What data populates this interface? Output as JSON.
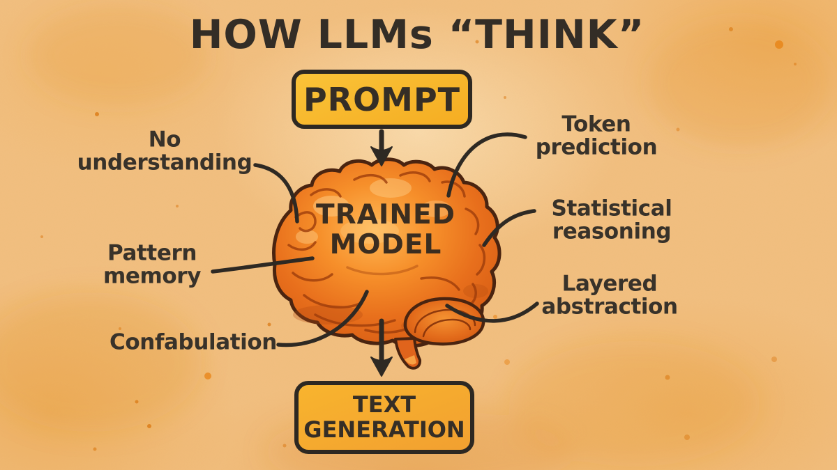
{
  "title": "HOW LLMs “THINK”",
  "flow": {
    "prompt": "PROMPT",
    "model": "TRAINED MODEL",
    "output": "TEXT GENERATION"
  },
  "annotations": [
    {
      "id": "no-understanding",
      "label": "No understanding",
      "side": "left"
    },
    {
      "id": "pattern-memory",
      "label": "Pattern memory",
      "side": "left"
    },
    {
      "id": "confabulation",
      "label": "Confabulation",
      "side": "left"
    },
    {
      "id": "token-prediction",
      "label": "Token prediction",
      "side": "right"
    },
    {
      "id": "statistical-reasoning",
      "label": "Statistical reasoning",
      "side": "right"
    },
    {
      "id": "layered-abstraction",
      "label": "Layered abstraction",
      "side": "right"
    }
  ],
  "colors": {
    "paper": "#f2bf80",
    "node_fill": "#f7b42a",
    "ink": "#332d26",
    "brain_orange": "#e8741f"
  }
}
